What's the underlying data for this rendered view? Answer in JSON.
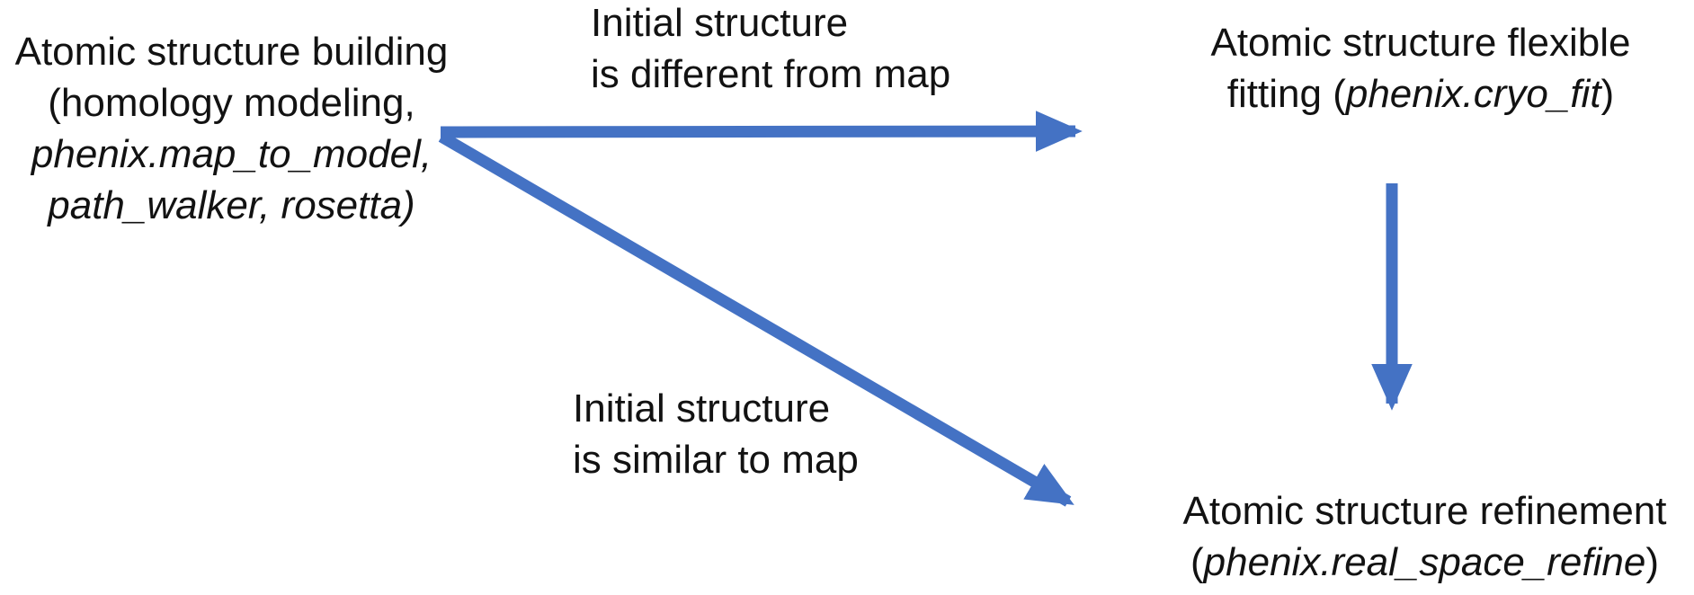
{
  "title": "Cryo-EM atomic structure workflow diagram",
  "colors": {
    "arrow": "#4472C4",
    "text": "#121212",
    "background": "#ffffff"
  },
  "nodes": {
    "building": {
      "line1": "Atomic structure building",
      "line2": "(homology modeling,",
      "line3": "phenix.map_to_model,",
      "line4": "path_walker, rosetta)"
    },
    "flexible_fitting": {
      "line1": "Atomic structure flexible",
      "line2_prefix": "fitting (",
      "line2_program": "phenix.cryo_fit",
      "line2_suffix": ")"
    },
    "refinement": {
      "line1": "Atomic structure refinement",
      "line2_prefix": "(",
      "line2_program": "phenix.real_space_refine",
      "line2_suffix": ")"
    }
  },
  "edges": {
    "different": {
      "line1": "Initial structure",
      "line2": "is different from map"
    },
    "similar": {
      "line1": "Initial structure",
      "line2": "is similar to map"
    }
  }
}
